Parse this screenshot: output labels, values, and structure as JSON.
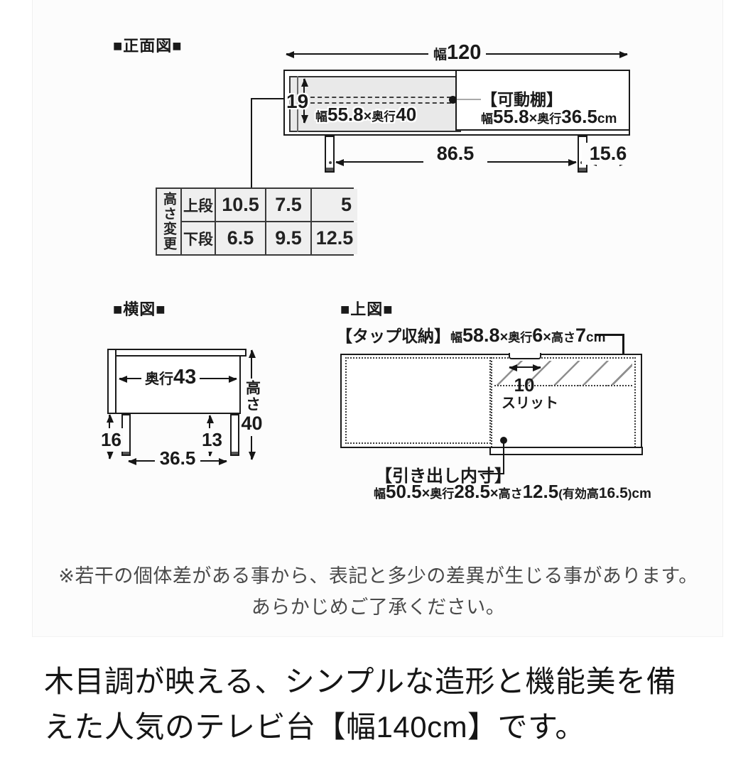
{
  "front_view": {
    "title": "■正面図■",
    "total_width": {
      "label": "幅",
      "value": "120"
    },
    "shelf_pitch": "19",
    "interior": {
      "w_label": "幅",
      "w": "55.8",
      "times": "×",
      "d_label": "奥行",
      "d": "40"
    },
    "movable_shelf": {
      "title": "【可動棚】",
      "w_label": "幅",
      "w": "55.8",
      "times": "×",
      "d_label": "奥行",
      "d": "36.5",
      "unit": "cm"
    },
    "leg_span": "86.5",
    "side_offset": "15.6"
  },
  "height_table": {
    "header": "高さ変更",
    "rows": [
      {
        "label": "上段",
        "values": [
          "10.5",
          "7.5",
          "5"
        ]
      },
      {
        "label": "下段",
        "values": [
          "6.5",
          "9.5",
          "12.5"
        ]
      }
    ]
  },
  "side_view": {
    "title": "■横図■",
    "depth": {
      "label": "奥行",
      "value": "43"
    },
    "height": {
      "label": "高さ",
      "value": "40"
    },
    "leg_height": "16",
    "bottom_clearance": "13",
    "leg_span": "36.5"
  },
  "top_view": {
    "title": "■上図■",
    "tap_storage": {
      "title": "【タップ収納】",
      "w_label": "幅",
      "w": "58.8",
      "times1": "×",
      "d_label": "奥行",
      "d": "6",
      "times2": "×",
      "h_label": "高さ",
      "h": "7",
      "unit": "cm"
    },
    "slit": {
      "width": "10",
      "label": "スリット"
    },
    "drawer": {
      "title": "【引き出し内寸】",
      "w_label": "幅",
      "w": "50.5",
      "times1": "×",
      "d_label": "奥行",
      "d": "28.5",
      "times2": "×",
      "h_label": "高さ",
      "h": "12.5",
      "eff_open": "(有効高",
      "eff": "16.5",
      "eff_close": ")",
      "unit": "cm"
    }
  },
  "disclaimer": {
    "line1": "※若干の個体差がある事から、表記と多少の差異が生じる事があります。",
    "line2": "あらかじめご了承ください。"
  },
  "description": {
    "line1": "木目調が映える、シンプルな造形と機能美を備",
    "line2": "えた人気のテレビ台【幅140cm】です。"
  },
  "colors": {
    "line": "#1a1a1a",
    "shade_fill": "#e9e9e9",
    "table_fill": "#efefef",
    "note_text": "#4a4a4a"
  }
}
